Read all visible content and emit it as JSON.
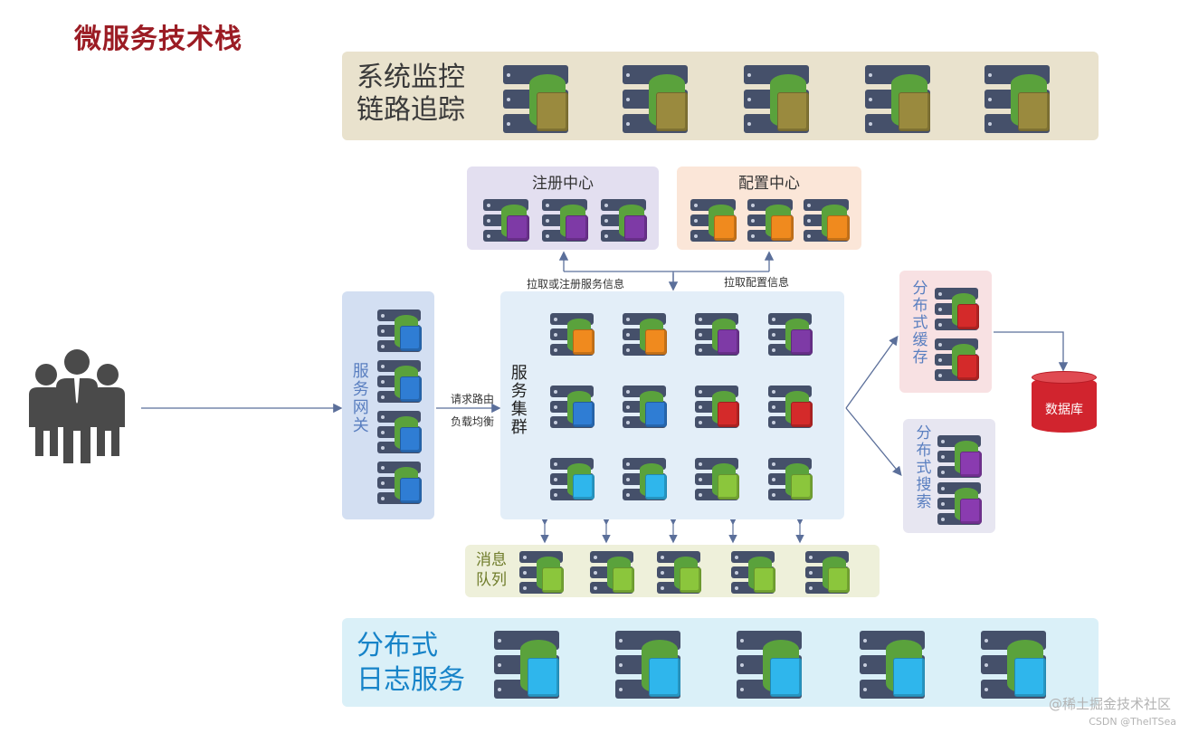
{
  "title": "微服务技术栈",
  "panels": {
    "monitor_line1": "系统监控",
    "monitor_line2": "链路追踪",
    "registry": "注册中心",
    "config": "配置中心",
    "gateway": "服务网关",
    "cluster": "服务集群",
    "cache": "分布式缓存",
    "search": "分布式搜索",
    "mq": "消息队列",
    "log_line1": "分布式",
    "log_line2": "日志服务",
    "database": "数据库"
  },
  "edge_labels": {
    "pull_register": "拉取或注册服务信息",
    "pull_config": "拉取配置信息",
    "route_line1": "请求路由",
    "route_line2": "负载均衡"
  },
  "colors": {
    "title": "#9b1c24",
    "monitor_box": "#9a8a3e",
    "registry_box": "#7e3aa6",
    "config_box": "#f08a1e",
    "gateway_box": "#2f7dd4",
    "cache_box": "#d42a2a",
    "search_box": "#8a3bb0",
    "mq_box": "#8bc63c",
    "log_box": "#2fb6ec",
    "cluster_green": "#5aa23c"
  },
  "watermark": {
    "main": "@稀土掘金技术社区",
    "sub": "CSDN @TheITSea"
  }
}
